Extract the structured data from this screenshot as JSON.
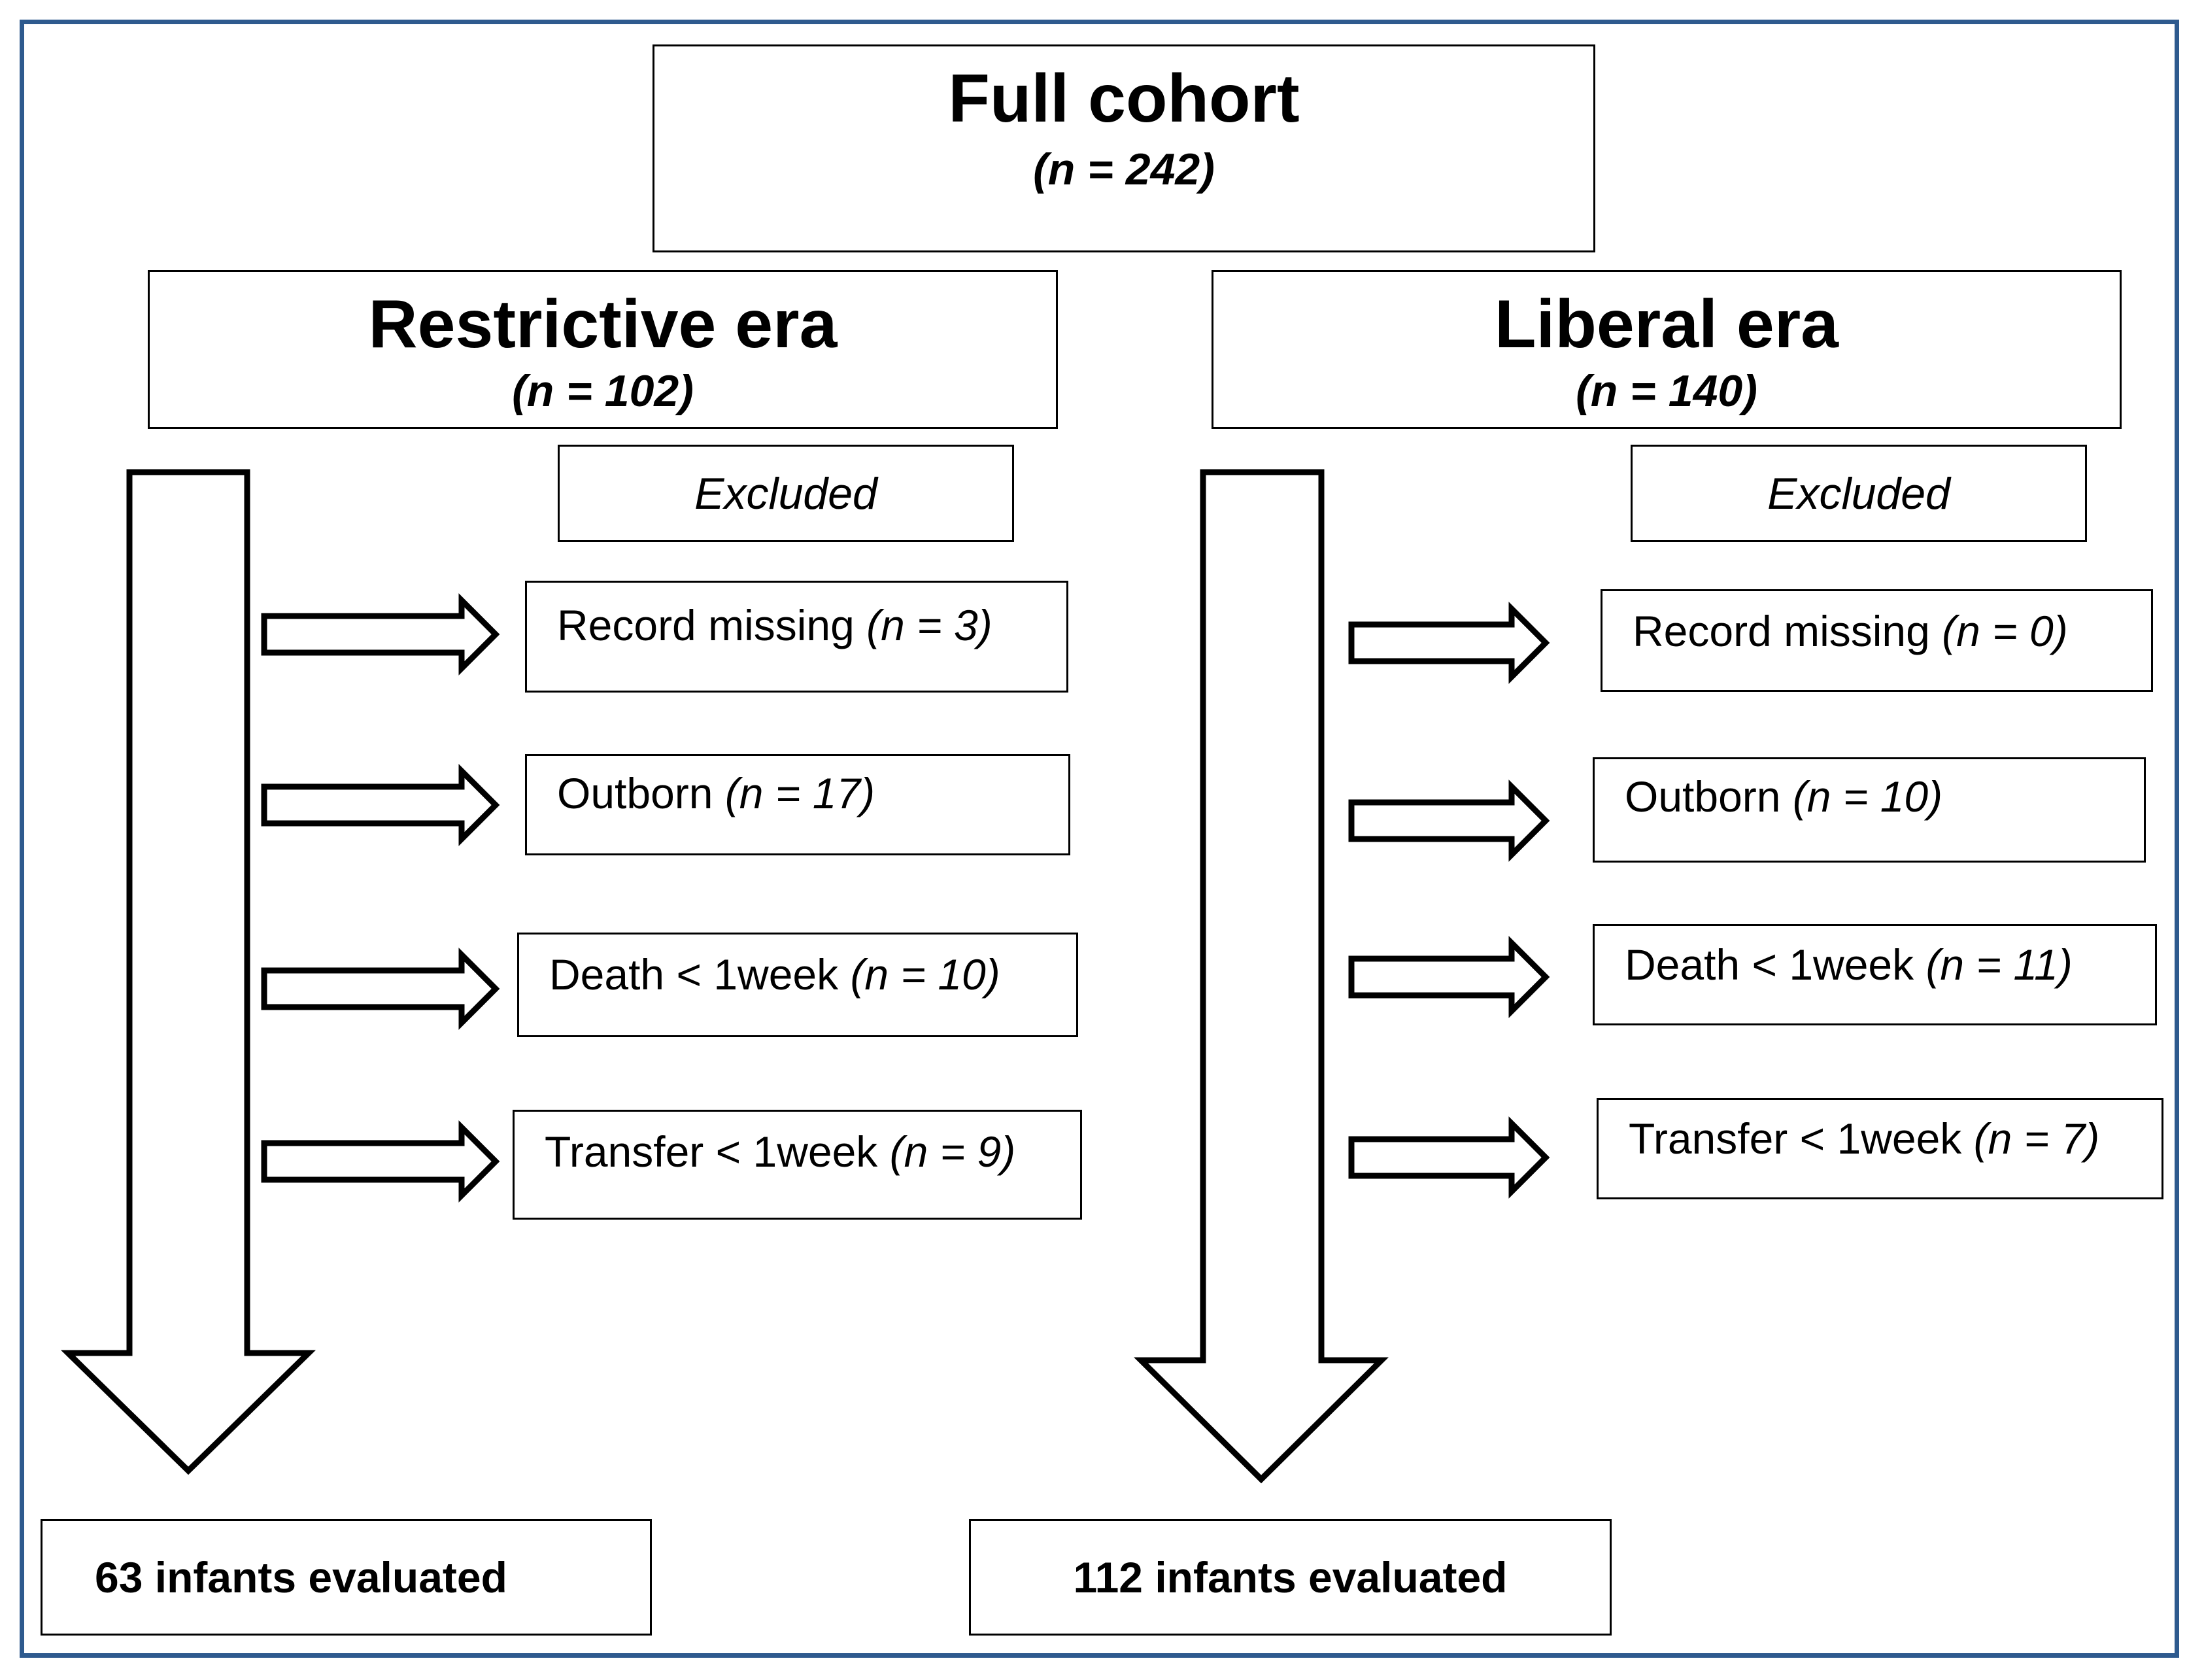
{
  "full_cohort": {
    "title": "Full cohort",
    "n": "(n = 242)"
  },
  "restrictive": {
    "title": "Restrictive era",
    "n": "(n = 102)",
    "excluded_label": "Excluded",
    "reasons": [
      {
        "label": "Record missing ",
        "n": "(n = 3)"
      },
      {
        "label": "Outborn ",
        "n": "(n = 17)"
      },
      {
        "label": "Death < 1week ",
        "n": "(n = 10)"
      },
      {
        "label": "Transfer < 1week ",
        "n": "(n = 9)"
      }
    ],
    "result": "63 infants evaluated"
  },
  "liberal": {
    "title": "Liberal era",
    "n": "(n = 140)",
    "excluded_label": "Excluded",
    "reasons": [
      {
        "label": "Record missing ",
        "n": "(n = 0)"
      },
      {
        "label": "Outborn ",
        "n": "(n = 10)"
      },
      {
        "label": "Death < 1week ",
        "n": "(n = 11)"
      },
      {
        "label": "Transfer < 1week ",
        "n": "(n = 7)"
      }
    ],
    "result": "112 infants evaluated"
  },
  "colors": {
    "frame": "#2e5a8e",
    "stroke": "#000000"
  }
}
